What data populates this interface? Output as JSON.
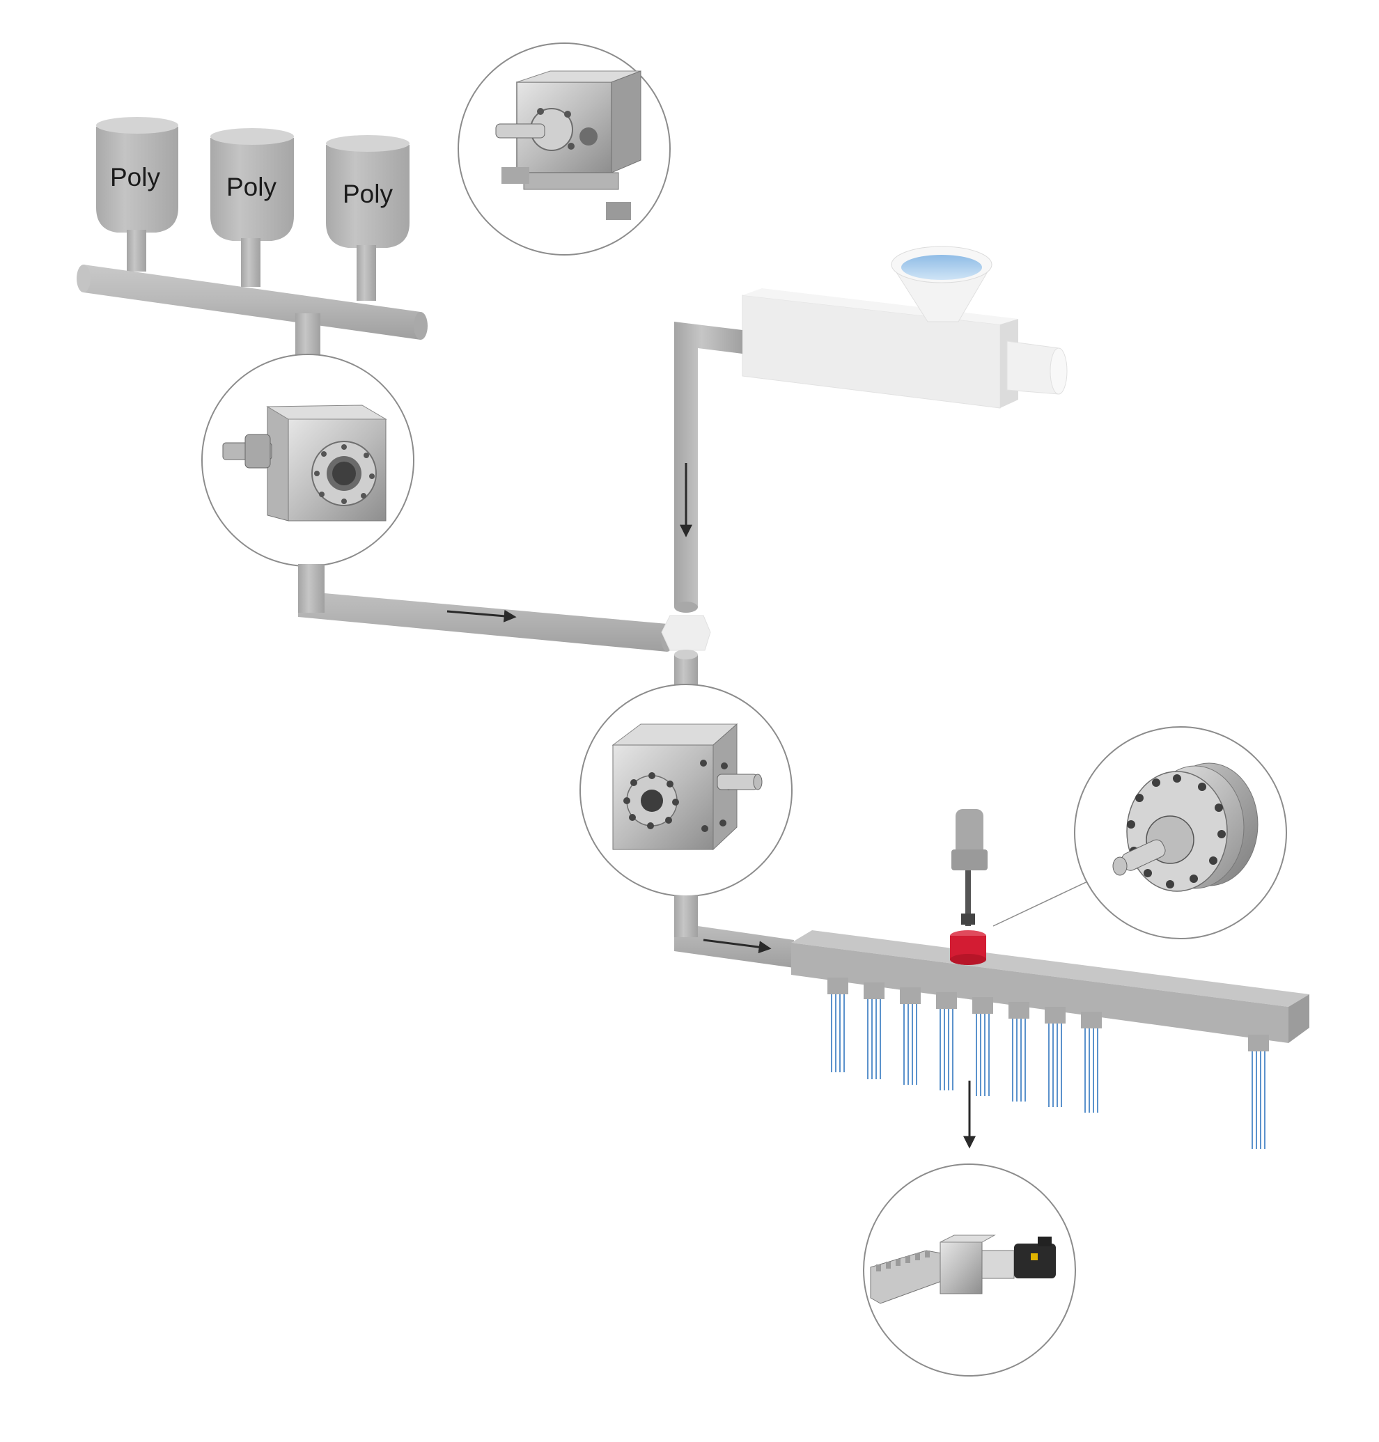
{
  "tanks": [
    {
      "label": "Poly"
    },
    {
      "label": "Poly"
    },
    {
      "label": "Poly"
    }
  ],
  "colors": {
    "pipe": "#b9b9b9",
    "pipe_edge": "#a3a3a3",
    "tank": "#b5b5b5",
    "extruder": "#eeeeee",
    "melt_blue": "#3f7fc4",
    "valve_red": "#d31c33",
    "metal": "#c9c9c9",
    "circle_stroke": "#8c8c8c",
    "arrow": "#2a2a2a"
  },
  "icons": [
    "gear-pump-icon",
    "booster-pump-icon",
    "metering-pump-icon",
    "spinning-pump-icon",
    "multi-stream-pump-icon",
    "hopper-icon",
    "flow-arrow-icon"
  ]
}
